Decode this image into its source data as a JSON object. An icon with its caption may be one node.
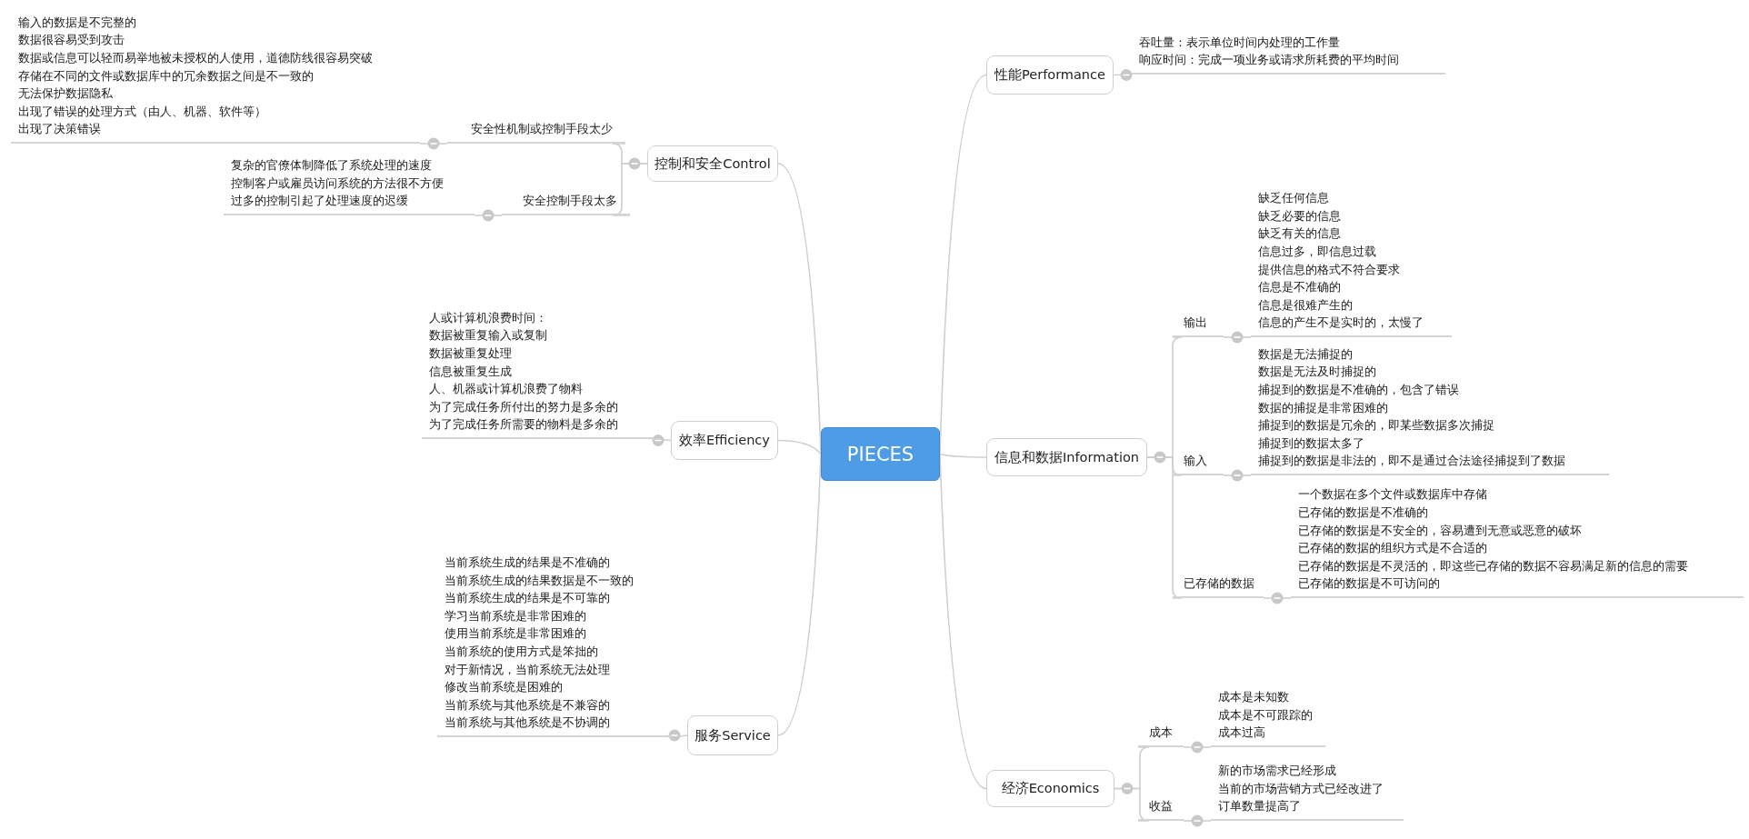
{
  "diagram": {
    "nodes": [
      {
        "text": [
          "PIECES"
        ]
      },
      {
        "text": [
          "性能Performance"
        ]
      },
      {
        "text": [
          "吞吐量：表示单位时间内处理的工作量",
          "响应时间：完成一项业务或请求所耗费的平均时间"
        ]
      },
      {
        "text": [
          "控制和安全Control"
        ]
      },
      {
        "text": [
          "安全性机制或控制手段太少"
        ]
      },
      {
        "text": [
          "输入的数据是不完整的",
          "数据很容易受到攻击",
          "数据或信息可以轻而易举地被未授权的人使用，道德防线很容易突破",
          "存储在不同的文件或数据库中的冗余数据之间是不一致的",
          "无法保护数据隐私",
          "出现了错误的处理方式（由人、机器、软件等）",
          "出现了决策错误"
        ]
      },
      {
        "text": [
          "安全控制手段太多"
        ]
      },
      {
        "text": [
          "复杂的官僚体制降低了系统处理的速度",
          "控制客户或雇员访问系统的方法很不方便",
          "过多的控制引起了处理速度的迟缓"
        ]
      },
      {
        "text": [
          "效率Efficiency"
        ]
      },
      {
        "text": [
          "人或计算机浪费时间：",
          "数据被重复输入或复制",
          "数据被重复处理",
          "信息被重复生成",
          "人、机器或计算机浪费了物料",
          "为了完成任务所付出的努力是多余的",
          "为了完成任务所需要的物料是多余的"
        ]
      },
      {
        "text": [
          "服务Service"
        ]
      },
      {
        "text": [
          "当前系统生成的结果是不准确的",
          "当前系统生成的结果数据是不一致的",
          "当前系统生成的结果是不可靠的",
          "学习当前系统是非常困难的",
          "使用当前系统是非常困难的",
          "当前系统的使用方式是笨拙的",
          "对于新情况，当前系统无法处理",
          "修改当前系统是困难的",
          "当前系统与其他系统是不兼容的",
          "当前系统与其他系统是不协调的"
        ]
      },
      {
        "text": [
          "信息和数据Information"
        ]
      },
      {
        "text": [
          "输出"
        ]
      },
      {
        "text": [
          "缺乏任何信息",
          "缺乏必要的信息",
          "缺乏有关的信息",
          "信息过多，即信息过载",
          "提供信息的格式不符合要求",
          "信息是不准确的",
          "信息是很难产生的",
          "信息的产生不是实时的，太慢了"
        ]
      },
      {
        "text": [
          "输入"
        ]
      },
      {
        "text": [
          "数据是无法捕捉的",
          "数据是无法及时捕捉的",
          "捕捉到的数据是不准确的，包含了错误",
          "数据的捕捉是非常困难的",
          "捕捉到的数据是冗余的，即某些数据多次捕捉",
          "捕捉到的数据太多了",
          "捕捉到的数据是非法的，即不是通过合法途径捕捉到了数据"
        ]
      },
      {
        "text": [
          "已存储的数据"
        ]
      },
      {
        "text": [
          "一个数据在多个文件或数据库中存储",
          "已存储的数据是不准确的",
          "已存储的数据是不安全的，容易遭到无意或恶意的破坏",
          "已存储的数据的组织方式是不合适的",
          "已存储的数据是不灵活的，即这些已存储的数据不容易满足新的信息的需要",
          "已存储的数据是不可访问的"
        ]
      },
      {
        "text": [
          "经济Economics"
        ]
      },
      {
        "text": [
          "成本"
        ]
      },
      {
        "text": [
          "成本是未知数",
          "成本是不可跟踪的",
          "成本过高"
        ]
      },
      {
        "text": [
          "收益"
        ]
      },
      {
        "text": [
          "新的市场需求已经形成",
          "当前的市场营销方式已经改进了",
          "订单数量提高了"
        ]
      }
    ],
    "edges": [
      {
        "from": 0,
        "to": 1,
        "arrow": "none"
      },
      {
        "from": 0,
        "to": 3,
        "arrow": "none"
      },
      {
        "from": 0,
        "to": 8,
        "arrow": "none"
      },
      {
        "from": 0,
        "to": 10,
        "arrow": "none"
      },
      {
        "from": 0,
        "to": 12,
        "arrow": "none"
      },
      {
        "from": 0,
        "to": 19,
        "arrow": "none"
      },
      {
        "from": 1,
        "to": 2,
        "arrow": "none"
      },
      {
        "from": 3,
        "to": 4,
        "arrow": "none"
      },
      {
        "from": 4,
        "to": 5,
        "arrow": "none"
      },
      {
        "from": 3,
        "to": 6,
        "arrow": "none"
      },
      {
        "from": 6,
        "to": 7,
        "arrow": "none"
      },
      {
        "from": 8,
        "to": 9,
        "arrow": "none"
      },
      {
        "from": 10,
        "to": 11,
        "arrow": "none"
      },
      {
        "from": 12,
        "to": 13,
        "arrow": "none"
      },
      {
        "from": 13,
        "to": 14,
        "arrow": "none"
      },
      {
        "from": 12,
        "to": 15,
        "arrow": "none"
      },
      {
        "from": 15,
        "to": 16,
        "arrow": "none"
      },
      {
        "from": 12,
        "to": 17,
        "arrow": "none"
      },
      {
        "from": 17,
        "to": 18,
        "arrow": "none"
      },
      {
        "from": 19,
        "to": 20,
        "arrow": "none"
      },
      {
        "from": 20,
        "to": 21,
        "arrow": "none"
      },
      {
        "from": 19,
        "to": 22,
        "arrow": "none"
      },
      {
        "from": 22,
        "to": 23,
        "arrow": "none"
      }
    ]
  }
}
